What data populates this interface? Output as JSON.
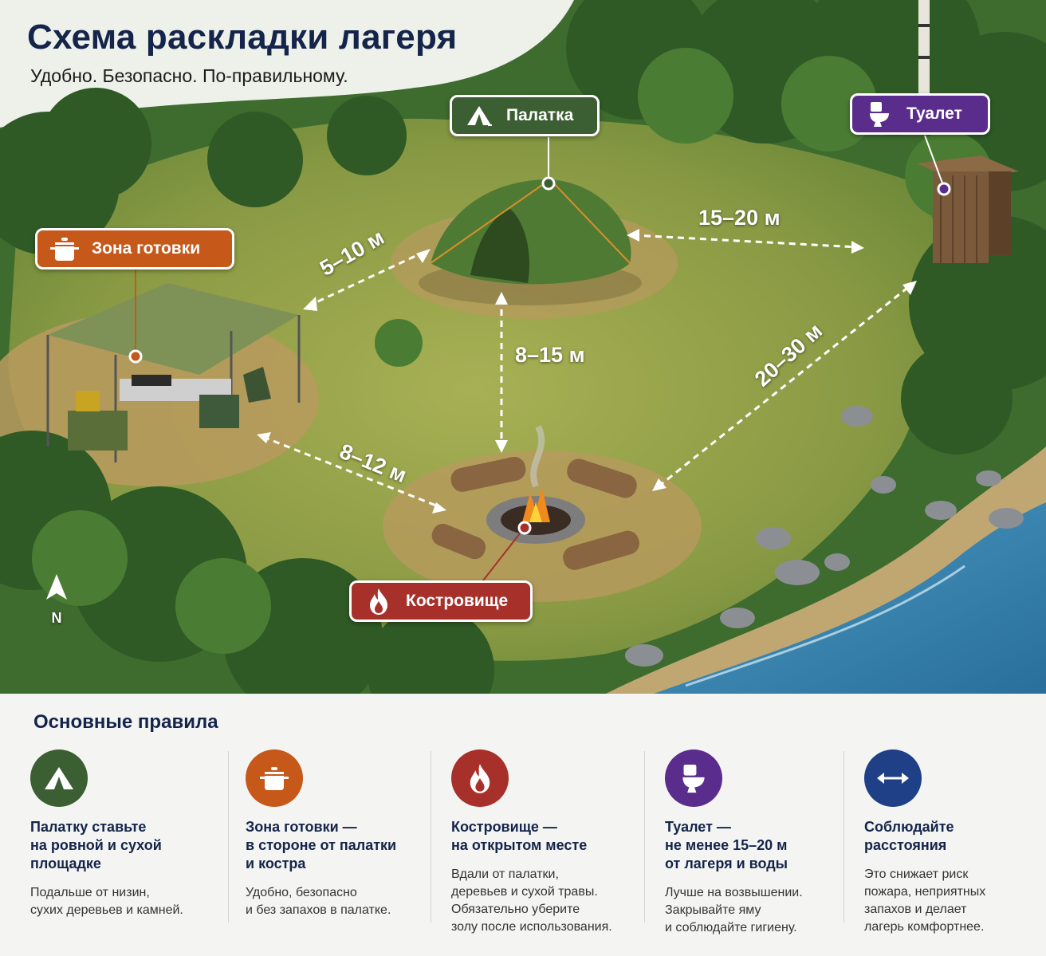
{
  "header": {
    "title": "Схема раскладки лагеря",
    "subtitle": "Удобно. Безопасно. По-правильному."
  },
  "callouts": {
    "tent": "Палатка",
    "toilet": "Туалет",
    "cooking": "Зона готовки",
    "fire": "Костровище"
  },
  "distances": {
    "cooking_tent": "5–10 м",
    "tent_toilet": "15–20 м",
    "tent_fire": "8–15 м",
    "cooking_fire": "8–12 м",
    "toilet_fire": "20–30 м"
  },
  "compass": {
    "label": "N"
  },
  "rules": {
    "title": "Основные правила",
    "items": [
      {
        "icon": "tent-icon",
        "color": "#3c5e33",
        "head": "Палатку ставьте\nна ровной и сухой\nплощадке",
        "text": "Подальше от низин,\nсухих деревьев и камней."
      },
      {
        "icon": "pot-icon",
        "color": "#c6581a",
        "head": "Зона готовки —\nв стороне от палатки\nи костра",
        "text": "Удобно, безопасно\nи без запахов в палатке."
      },
      {
        "icon": "fire-icon",
        "color": "#a8302a",
        "head": "Кострoвище —\nна открытом месте",
        "text": "Вдали от палатки,\nдеревьев и сухой травы.\nОбязательно уберите\nзолу после использования."
      },
      {
        "icon": "toilet-icon",
        "color": "#5a2d8c",
        "head": "Туалет —\nне менее 15–20 м\nот лагеря и воды",
        "text": "Лучше на возвышении.\nЗакрывайте яму\nи соблюдайте гигиену."
      },
      {
        "icon": "arrows-icon",
        "color": "#1f3f86",
        "head": "Соблюдайте\nрасстояния",
        "text": "Это снижает риск\nпожара, неприятных\nзапахов и делает\nлагерь комфортнее."
      }
    ]
  }
}
